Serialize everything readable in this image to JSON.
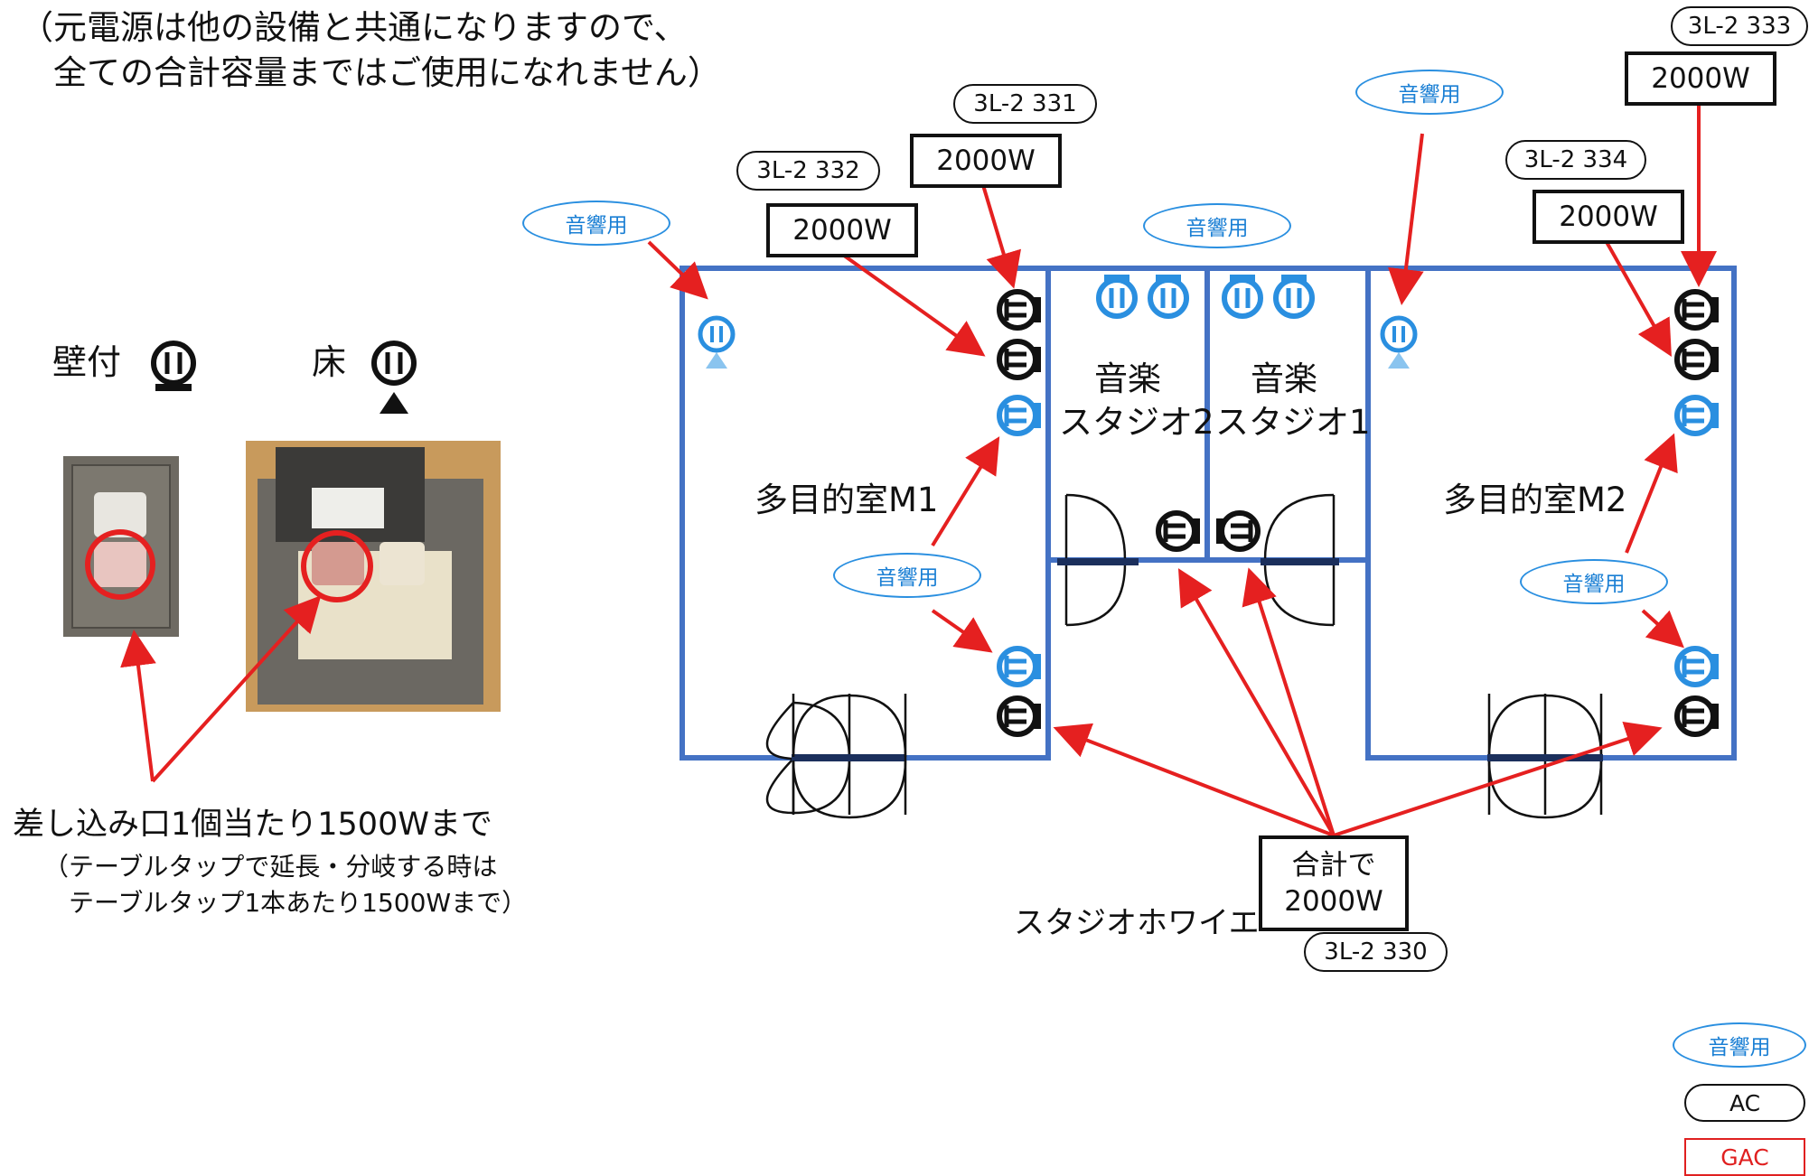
{
  "notes": {
    "top": "（元電源は他の設備と共通になりますので、\n　全ての合計容量まではご使用になれません）",
    "plug_limit": "差し込み口1個当たり1500Wまで",
    "tap_note": "（テーブルタップで延長・分岐する時は\n　テーブルタップ1本あたり1500Wまで）"
  },
  "legend_symbols": {
    "wall": "壁付",
    "floor": "床"
  },
  "rooms": {
    "m1": "多目的室M1",
    "m2": "多目的室M2",
    "studio2": "音楽\nスタジオ2",
    "studio1": "音楽\nスタジオ1",
    "foyer": "スタジオホワイエ"
  },
  "circuits": {
    "c332": "3L-2 332",
    "c331": "3L-2 331",
    "c333": "3L-2 333",
    "c334": "3L-2 334",
    "c330": "3L-2 330"
  },
  "capacities": {
    "w332": "2000W",
    "w331": "2000W",
    "w333": "2000W",
    "w334": "2000W",
    "total": "合計で\n2000W"
  },
  "audio_labels": {
    "label": "音響用"
  },
  "legend": {
    "audio": "音響用",
    "ac": "AC",
    "gac": "GAC"
  },
  "colors": {
    "wall": "#4472c4",
    "arrow": "#e52020",
    "audio": "#2a8fe0",
    "outlet": "#111111"
  }
}
